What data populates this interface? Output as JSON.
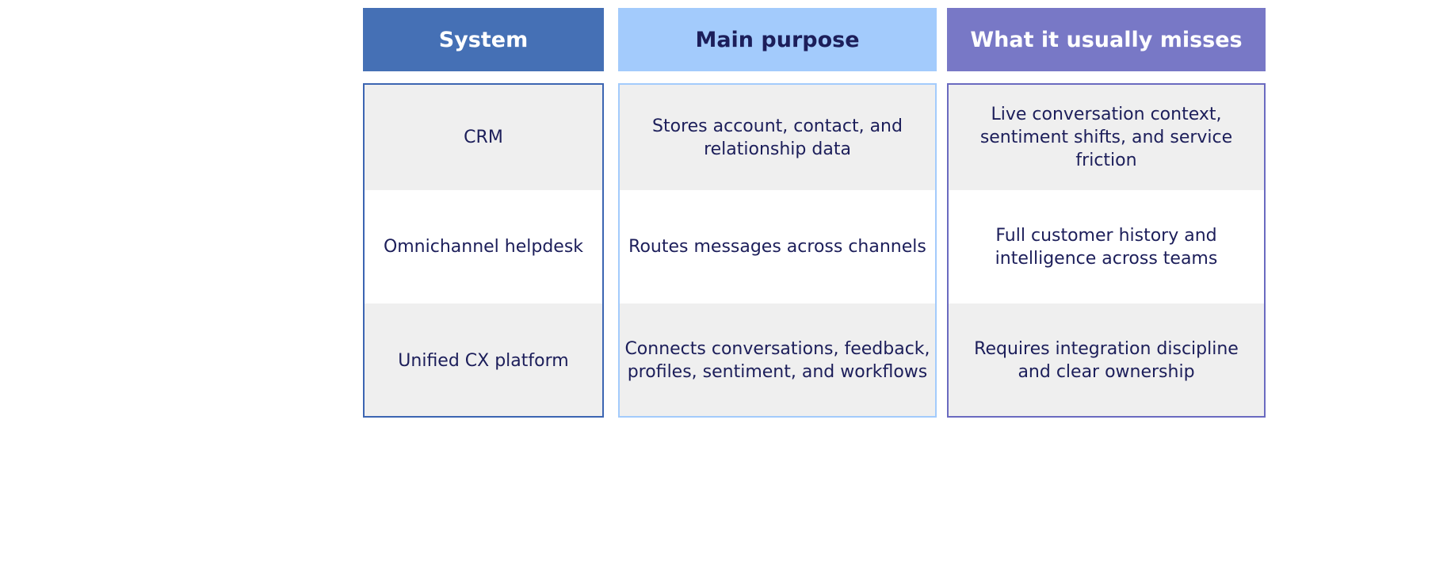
{
  "colors": {
    "system_header": "#4570b5",
    "purpose_header": "#a3cbfc",
    "misses_header": "#7878c6",
    "system_border": "#3c65b2",
    "purpose_border": "#a3cbfc",
    "misses_border": "#6a6ac0",
    "header_text_light": "#ffffff",
    "header_text_dark": "#1c1e5a",
    "cell_text": "#1c1e5a",
    "row_shade": "#efefef"
  },
  "table": {
    "headers": {
      "system": "System",
      "purpose": "Main purpose",
      "misses": "What it usually misses"
    },
    "rows": [
      {
        "system": "CRM",
        "purpose": "Stores account, contact, and relationship data",
        "misses": "Live conversation context, sentiment shifts, and service friction"
      },
      {
        "system": "Omnichannel helpdesk",
        "purpose": "Routes messages across channels",
        "misses": "Full customer history and intelligence across teams"
      },
      {
        "system": "Unified CX platform",
        "purpose": "Connects conversations, feedback, profiles, sentiment, and workflows",
        "misses": "Requires integration discipline and clear ownership"
      }
    ]
  }
}
